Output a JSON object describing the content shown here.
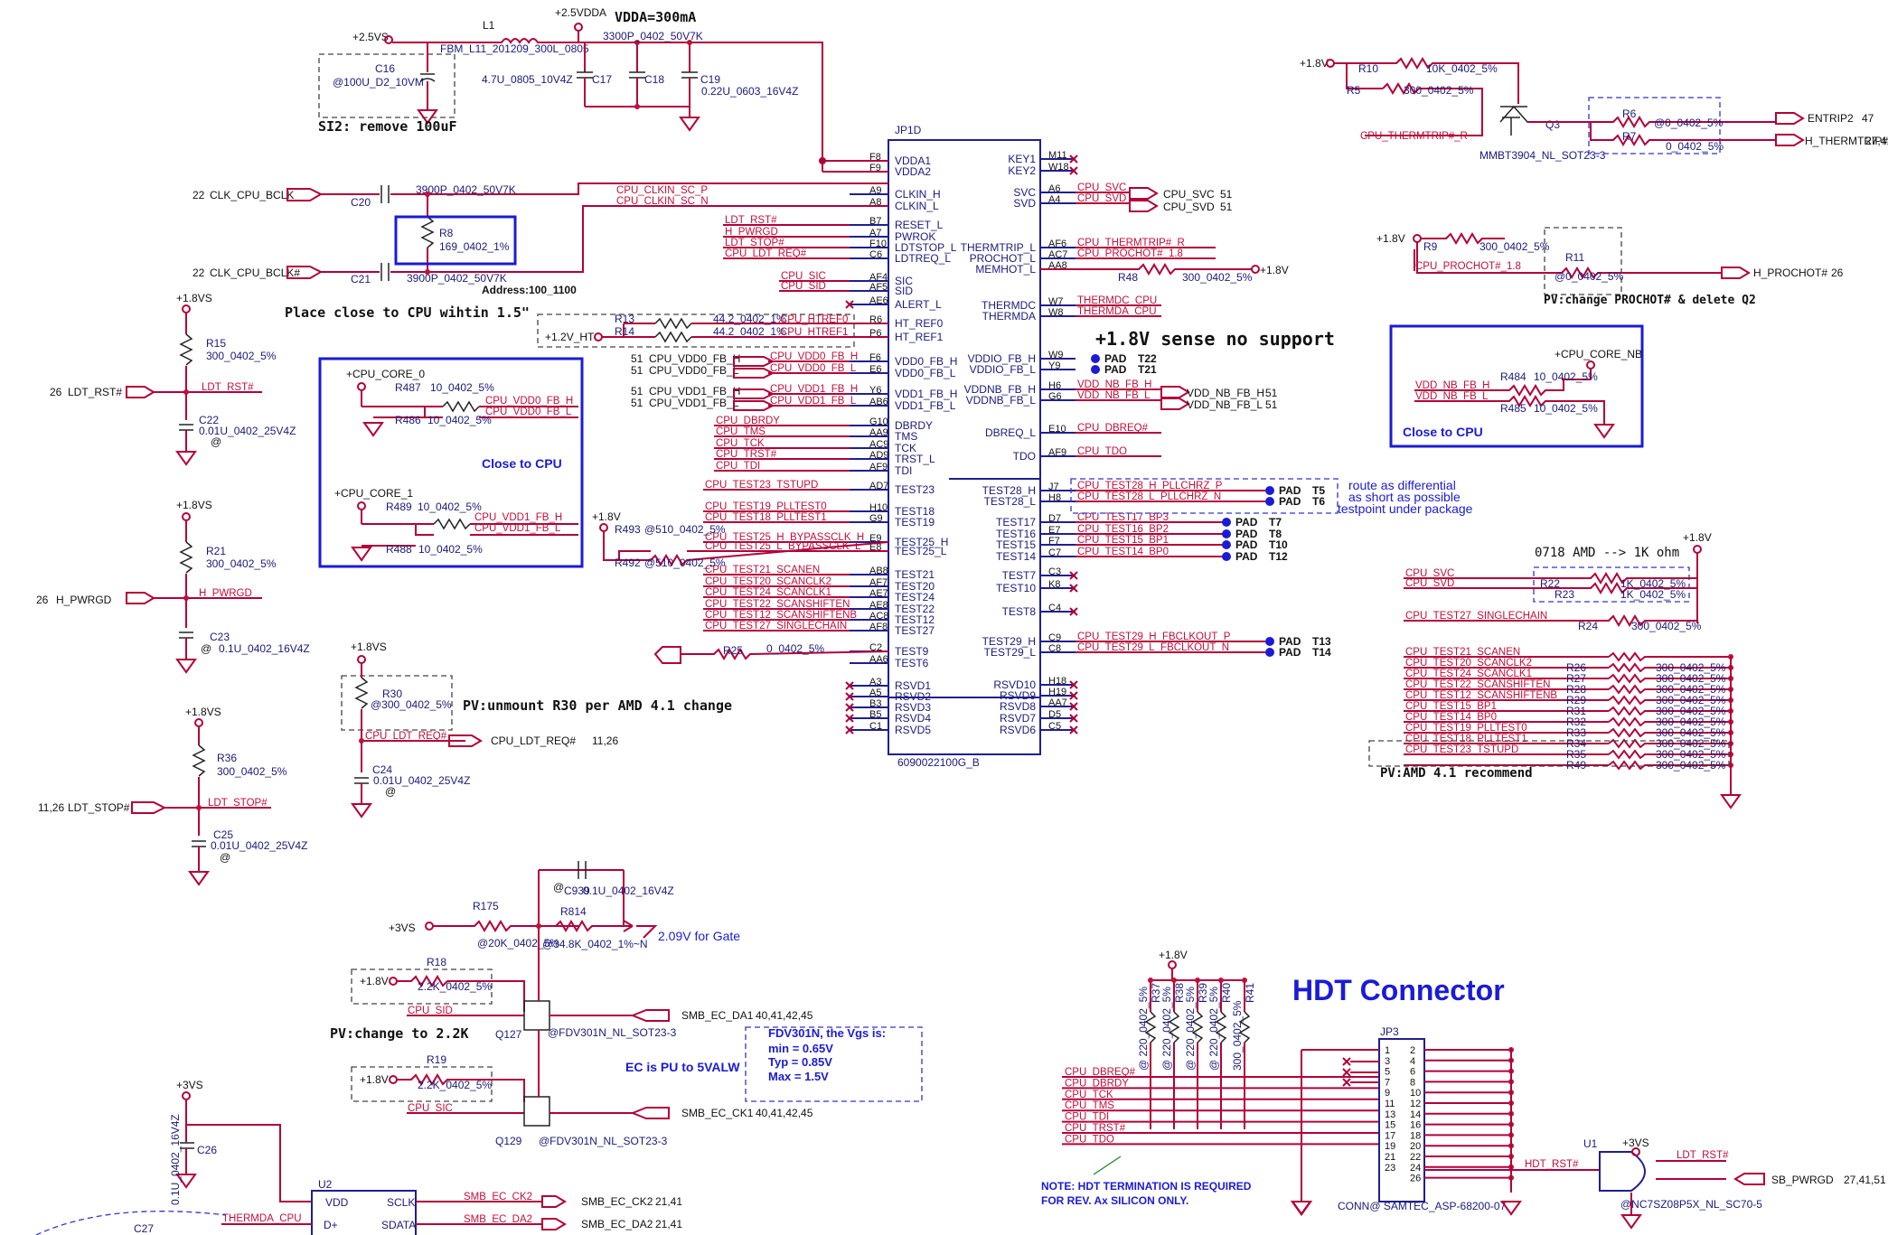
{
  "chip": {
    "ref": "JP1D",
    "part": "6090022100G_B",
    "left_pins": [
      {
        "pin": "F8",
        "name": "VDDA1"
      },
      {
        "pin": "F9",
        "name": "VDDA2"
      },
      {
        "pin": "A9",
        "name": "CLKIN_H"
      },
      {
        "pin": "A8",
        "name": "CLKIN_L"
      },
      {
        "pin": "B7",
        "name": "RESET_L"
      },
      {
        "pin": "A7",
        "name": "PWROK"
      },
      {
        "pin": "F10",
        "name": "LDTSTOP_L"
      },
      {
        "pin": "C6",
        "name": "LDTREQ_L"
      },
      {
        "pin": "AF4",
        "name": "SIC"
      },
      {
        "pin": "AF5",
        "name": "SID"
      },
      {
        "pin": "AE6",
        "name": "ALERT_L"
      },
      {
        "pin": "R6",
        "name": "HT_REF0"
      },
      {
        "pin": "P6",
        "name": "HT_REF1"
      },
      {
        "pin": "F6",
        "name": "VDD0_FB_H"
      },
      {
        "pin": "E6",
        "name": "VDD0_FB_L"
      },
      {
        "pin": "Y6",
        "name": "VDD1_FB_H"
      },
      {
        "pin": "AB6",
        "name": "VDD1_FB_L"
      },
      {
        "pin": "G10",
        "name": "DBRDY"
      },
      {
        "pin": "AA9",
        "name": "TMS"
      },
      {
        "pin": "AC9",
        "name": "TCK"
      },
      {
        "pin": "AD9",
        "name": "TRST_L"
      },
      {
        "pin": "AF9",
        "name": "TDI"
      },
      {
        "pin": "AD7",
        "name": "TEST23"
      },
      {
        "pin": "H10",
        "name": "TEST18"
      },
      {
        "pin": "G9",
        "name": "TEST19"
      },
      {
        "pin": "E9",
        "name": "TEST25_H"
      },
      {
        "pin": "E8",
        "name": "TEST25_L"
      },
      {
        "pin": "AB8",
        "name": "TEST21"
      },
      {
        "pin": "AF7",
        "name": "TEST20"
      },
      {
        "pin": "AE7",
        "name": "TEST24"
      },
      {
        "pin": "AE8",
        "name": "TEST22"
      },
      {
        "pin": "AC8",
        "name": "TEST12"
      },
      {
        "pin": "AF8",
        "name": "TEST27"
      },
      {
        "pin": "C2",
        "name": "TEST9"
      },
      {
        "pin": "AA6",
        "name": "TEST6"
      },
      {
        "pin": "A3",
        "name": "RSVD1"
      },
      {
        "pin": "A5",
        "name": "RSVD2"
      },
      {
        "pin": "B3",
        "name": "RSVD3"
      },
      {
        "pin": "B5",
        "name": "RSVD4"
      },
      {
        "pin": "C1",
        "name": "RSVD5"
      }
    ],
    "right_pins": [
      {
        "pin": "M11",
        "name": "KEY1"
      },
      {
        "pin": "W18",
        "name": "KEY2"
      },
      {
        "pin": "A6",
        "name": "SVC"
      },
      {
        "pin": "A4",
        "name": "SVD"
      },
      {
        "pin": "AF6",
        "name": "THERMTRIP_L"
      },
      {
        "pin": "AC7",
        "name": "PROCHOT_L"
      },
      {
        "pin": "AA8",
        "name": "MEMHOT_L"
      },
      {
        "pin": "W7",
        "name": "THERMDC"
      },
      {
        "pin": "W8",
        "name": "THERMDA"
      },
      {
        "pin": "W9",
        "name": "VDDIO_FB_H"
      },
      {
        "pin": "Y9",
        "name": "VDDIO_FB_L"
      },
      {
        "pin": "H6",
        "name": "VDDNB_FB_H"
      },
      {
        "pin": "G6",
        "name": "VDDNB_FB_L"
      },
      {
        "pin": "E10",
        "name": "DBREQ_L"
      },
      {
        "pin": "AF9",
        "name": "TDO"
      },
      {
        "pin": "J7",
        "name": "TEST28_H"
      },
      {
        "pin": "H8",
        "name": "TEST28_L"
      },
      {
        "pin": "D7",
        "name": "TEST17"
      },
      {
        "pin": "E7",
        "name": "TEST16"
      },
      {
        "pin": "F7",
        "name": "TEST15"
      },
      {
        "pin": "C7",
        "name": "TEST14"
      },
      {
        "pin": "C3",
        "name": "TEST7"
      },
      {
        "pin": "K8",
        "name": "TEST10"
      },
      {
        "pin": "C4",
        "name": "TEST8"
      },
      {
        "pin": "C9",
        "name": "TEST29_H"
      },
      {
        "pin": "C8",
        "name": "TEST29_L"
      },
      {
        "pin": "H18",
        "name": "RSVD10"
      },
      {
        "pin": "H19",
        "name": "RSVD9"
      },
      {
        "pin": "AA7",
        "name": "RSVD8"
      },
      {
        "pin": "D5",
        "name": "RSVD7"
      },
      {
        "pin": "C5",
        "name": "RSVD6"
      }
    ]
  },
  "notes": {
    "vdda": "VDDA=300mA",
    "si2": "SI2: remove 100uF",
    "address": "Address:100_1100",
    "place_close": "Place close to CPU wihtin 1.5\"",
    "sense": "+1.8V sense no support",
    "close_cpu_1": "Close to CPU",
    "close_cpu_2": "Close to CPU",
    "unmount_r30": "PV:unmount R30 per AMD 4.1 change",
    "prochot": "PV:change PROCHOT# & delete Q2",
    "route1": "route as differential",
    "route2": "as short as possible",
    "route3": "testpoint under package",
    "amd_1k": "0718  AMD --> 1K ohm",
    "amd_recommend": "PV:AMD 4.1 recommend",
    "gate": "2.09V for Gate",
    "change_22k": "PV:change to 2.2K",
    "ec_pu": "EC is PU to 5VALW",
    "vgs_title": "FDV301N, the Vgs is:",
    "vgs_min": "min = 0.65V",
    "vgs_typ": "Typ = 0.85V",
    "vgs_max": "Max = 1.5V",
    "hdt_title": "HDT Connector",
    "hdt_note1": "NOTE: HDT TERMINATION IS REQUIRED",
    "hdt_note2": "FOR REV. Ax SILICON ONLY."
  },
  "top": {
    "p25vs": "+2.5VS",
    "p25vdda": "+2.5VDDA",
    "l1": "L1",
    "l1_part": "FBM_L11_201209_300L_0805",
    "c16": "C16",
    "c16_val": "@100U_D2_10VM",
    "c17": "C17",
    "c17_val": "4.7U_0805_10V4Z",
    "c18": "C18",
    "c18_val": "3300P_0402_50V7K",
    "c19": "C19",
    "c19_val": "0.22U_0603_16V4Z"
  },
  "clk": {
    "bclk_p": "CLK_CPU_BCLK",
    "bclk_n": "CLK_CPU_BCLK#",
    "sheet": "22",
    "c20": "C20",
    "c21": "C21",
    "c20_val": "3900P_0402_50V7K",
    "c21_val": "3900P_0402_50V7K",
    "r8": "R8",
    "r8_val": "169_0402_1%",
    "net_p": "CPU_CLKIN_SC_P",
    "net_n": "CPU_CLKIN_SC_N"
  },
  "left_nets": {
    "ldt_rst": "LDT_RST#",
    "h_pwrgd": "H_PWRGD",
    "ldt_stop": "LDT_STOP#",
    "ldt_req": "CPU_LDT_REQ#",
    "sic": "CPU_SIC",
    "sid": "CPU_SID",
    "htref0": "CPU_HTREF0",
    "htref1": "CPU_HTREF1",
    "vdd0h": "CPU_VDD0_FB_H",
    "vdd0l": "CPU_VDD0_FB_L",
    "vdd1h": "CPU_VDD1_FB_H",
    "vdd1l": "CPU_VDD1_FB_L",
    "dbrdy": "CPU_DBRDY",
    "tms": "CPU_TMS",
    "tck": "CPU_TCK",
    "trst": "CPU_TRST#",
    "tdi": "CPU_TDI",
    "t23": "CPU_TEST23_TSTUPD",
    "t19": "CPU_TEST19_PLLTEST0",
    "t18": "CPU_TEST18_PLLTEST1",
    "t25h": "CPU_TEST25_H_BYPASSCLK_H",
    "t25l": "CPU_TEST25_L_BYPASSCLK_L",
    "t21": "CPU_TEST21_SCANEN",
    "t20": "CPU_TEST20_SCANCLK2",
    "t24": "CPU_TEST24_SCANCLK1",
    "t22": "CPU_TEST22_SCANSHIFTEN",
    "t12": "CPU_TEST12_SCANSHIFTENB",
    "t27": "CPU_TEST27_SINGLECHAIN"
  },
  "right_nets": {
    "svc": "CPU_SVC",
    "svd": "CPU_SVD",
    "thermtrip": "CPU_THERMTRIP#_R",
    "prochot": "CPU_PROCHOT#_1.8",
    "thermdc": "THERMDC_CPU",
    "thermda": "THERMDA_CPU",
    "vddnbh": "VDD_NB_FB_H",
    "vddnbl": "VDD_NB_FB_L",
    "dbreq": "CPU_DBREQ#",
    "tdo": "CPU_TDO",
    "t28p": "CPU_TEST28_H_PLLCHRZ_P",
    "t28n": "CPU_TEST28_L_PLLCHRZ_N",
    "t17": "CPU_TEST17_BP3",
    "t16": "CPU_TEST16_BP2",
    "t15": "CPU_TEST15_BP1",
    "t14": "CPU_TEST14_BP0",
    "t29p": "CPU_TEST29_H_FBCLKOUT_P",
    "t29n": "CPU_TEST29_L_FBCLKOUT_N"
  },
  "ports": {
    "cpu_svc": "CPU_SVC",
    "cpu_svd": "CPU_SVD",
    "sheet51": "51",
    "vddnbh": "VDD_NB_FB_H",
    "vddnbl": "VDD_NB_FB_L",
    "entrip2": "ENTRIP2",
    "entrip2_sheet": "47",
    "h_thermtrip": "H_THERMTRIP#",
    "h_thermtrip_sheet": "27,41",
    "h_prochot": "H_PROCHOT#",
    "h_prochot_sheet": "26",
    "vdd0h": "CPU_VDD0_FB_H",
    "vdd0l": "CPU_VDD0_FB_L",
    "vdd1h": "CPU_VDD1_FB_H",
    "vdd1l": "CPU_VDD1_FB_L",
    "ldt_rst": "LDT_RST#",
    "h_pwrgd": "H_PWRGD",
    "ldt_stop": "LDT_STOP#",
    "ldt_req": "CPU_LDT_REQ#",
    "sheet26": "26",
    "sheet1126": "11,26",
    "smb_da1": "SMB_EC_DA1",
    "smb_ck1": "SMB_EC_CK1",
    "smb_sheet": "40,41,42,45",
    "smb_ck2": "SMB_EC_CK2",
    "smb_da2": "SMB_EC_DA2",
    "smb2_sheet": "21,41",
    "sb_pwrgd": "SB_PWRGD",
    "sb_sheet": "27,41,51"
  },
  "pads": [
    "T22",
    "T21",
    "T5",
    "T6",
    "T7",
    "T8",
    "T10",
    "T12",
    "T13",
    "T14"
  ],
  "rails": {
    "p18": "+1.8V",
    "p18vs": "+1.8VS",
    "p3vs": "+3VS",
    "core0": "+CPU_CORE_0",
    "core1": "+CPU_CORE_1",
    "corenb": "+CPU_CORE_NB",
    "p12ht": "+1.2V_HT"
  },
  "parts": {
    "r10": "R10",
    "r10v": "10K_0402_5%",
    "r5": "R5",
    "r5v": "300_0402_5%",
    "q3": "Q3",
    "q3v": "MMBT3904_NL_SOT23-3",
    "r6": "R6",
    "r6v": "@0_0402_5%",
    "r7": "R7",
    "r7v": "0_0402_5%",
    "r9": "R9",
    "r9v": "300_0402_5%",
    "r11": "R11",
    "r11v": "@0_0402_5%",
    "r48": "R48",
    "r48v": "300_0402_5%",
    "r484": "R484",
    "r484v": "10_0402_5%",
    "r485": "R485",
    "r485v": "10_0402_5%",
    "r487": "R487",
    "r487v": "10_0402_5%",
    "r486": "R486",
    "r486v": "10_0402_5%",
    "r489": "R489",
    "r489v": "10_0402_5%",
    "r488": "R488",
    "r488v": "10_0402_5%",
    "r13": "R13",
    "r13v": "44.2_0402_1%",
    "r14": "R14",
    "r14v": "44.2_0402_1%",
    "r493": "R493",
    "r493v": "@510_0402_5%",
    "r492": "R492",
    "r492v": "@510_0402_5%",
    "r25": "R25",
    "r25v": "0_0402_5%",
    "r15": "R15",
    "r15v": "300_0402_5%",
    "c22": "C22",
    "c22v": "0.01U_0402_25V4Z",
    "r21": "R21",
    "r21v": "300_0402_5%",
    "c23": "C23",
    "c23v": "0.1U_0402_16V4Z",
    "r36": "R36",
    "r36v": "300_0402_5%",
    "c25": "C25",
    "c25v": "0.01U_0402_25V4Z",
    "r30": "R30",
    "r30v": "@300_0402_5%",
    "c24": "C24",
    "c24v": "0.01U_0402_25V4Z",
    "r22": "R22",
    "r22v": "1K_0402_5%",
    "r23": "R23",
    "r23v": "1K_0402_5%",
    "r24": "R24",
    "r24v": "300_0402_5%",
    "c939": "C939",
    "c939v": "0.1U_0402_16V4Z",
    "r175": "R175",
    "r175v": "@20K_0402_5%",
    "r814": "R814",
    "r814v": "@34.8K_0402_1%~N",
    "r18": "R18",
    "r18v": "2.2K_0402_5%",
    "r19": "R19",
    "r19v": "2.2K_0402_5%",
    "q127": "Q127",
    "q129": "Q129",
    "qv": "@FDV301N_NL_SOT23-3",
    "c26": "C26",
    "c26v": "0.1U_0402_16V4Z",
    "c27": "C27",
    "u2": "U2",
    "u1": "U1",
    "u1v": "@NC7SZ08P5X_NL_SC70-5",
    "jp3": "JP3",
    "jp3v": "CONN@ SAMTEC_ASP-68200-07"
  },
  "resistor_bank": [
    {
      "net": "CPU_TEST21_SCANEN",
      "ref": "",
      "val": ""
    },
    {
      "net": "CPU_TEST20_SCANCLK2",
      "ref": "R26",
      "val": "300_0402_5%"
    },
    {
      "net": "CPU_TEST24_SCANCLK1",
      "ref": "R27",
      "val": "300_0402_5%"
    },
    {
      "net": "CPU_TEST22_SCANSHIFTEN",
      "ref": "R28",
      "val": "300_0402_5%"
    },
    {
      "net": "CPU_TEST12_SCANSHIFTENB",
      "ref": "R29",
      "val": "300_0402_5%"
    },
    {
      "net": "CPU_TEST15_BP1",
      "ref": "R31",
      "val": "300_0402_5%"
    },
    {
      "net": "CPU_TEST14_BP0",
      "ref": "R32",
      "val": "300_0402_5%"
    },
    {
      "net": "CPU_TEST19_PLLTEST0",
      "ref": "R33",
      "val": "300_0402_5%"
    },
    {
      "net": "CPU_TEST18_PLLTEST1",
      "ref": "R34",
      "val": "300_0402_5%"
    },
    {
      "net": "CPU_TEST23_TSTUPD",
      "ref": "R35",
      "val": "300_0402_5%"
    },
    {
      "net": "",
      "ref": "R49",
      "val": "300_0402_5%"
    }
  ],
  "hdt": {
    "nets": [
      "CPU_DBREQ#",
      "CPU_DBRDY",
      "CPU_TCK",
      "CPU_TMS",
      "CPU_TDI",
      "CPU_TRST#",
      "CPU_TDO"
    ],
    "resistors": [
      {
        "ref": "R37",
        "val": "@ 220_0402_5%"
      },
      {
        "ref": "R38",
        "val": "@ 220_0402_5%"
      },
      {
        "ref": "R39",
        "val": "@ 220_0402_5%"
      },
      {
        "ref": "R40",
        "val": "@ 220_0402_5%"
      },
      {
        "ref": "R41",
        "val": "300_0402_5%"
      }
    ],
    "pins_left": [
      "1",
      "3",
      "5",
      "7",
      "9",
      "11",
      "13",
      "15",
      "17",
      "19",
      "21",
      "23"
    ],
    "pins_right": [
      "2",
      "4",
      "6",
      "8",
      "10",
      "12",
      "14",
      "16",
      "18",
      "20",
      "22",
      "24",
      "26"
    ],
    "hdt_rst": "HDT_RST#"
  },
  "u2": {
    "vdd": "VDD",
    "dplus": "D+",
    "sclk": "SCLK",
    "sdata": "SDATA",
    "thermda": "THERMDA_CPU",
    "ck2": "SMB_EC_CK2",
    "da2": "SMB_EC_DA2"
  }
}
